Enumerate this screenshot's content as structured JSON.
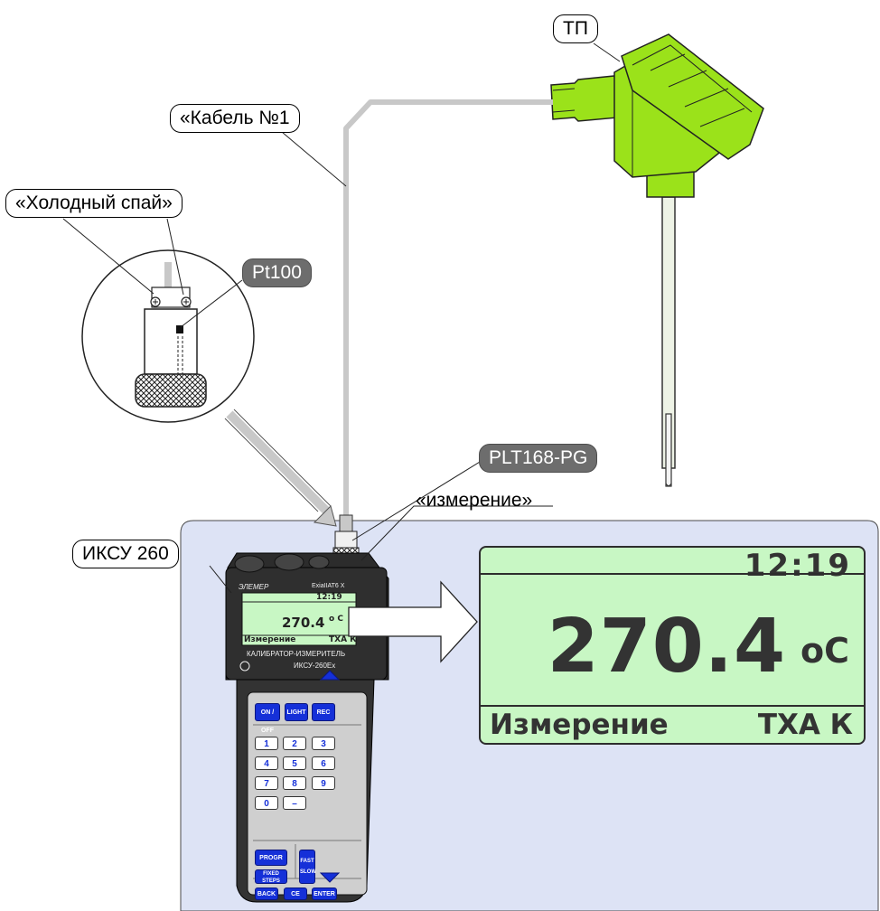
{
  "callouts": {
    "tp": "ТП",
    "cable": "«Кабель №1",
    "cold_junction": "«Холодный спай»",
    "pt100": "Pt100",
    "plt": "PLT168-PG",
    "measurement_port": "«измерение»",
    "device_model": "ИКСУ 260"
  },
  "display": {
    "time": "12:19",
    "value": "270.4",
    "unit": "oC",
    "mode": "Измерение",
    "thermocouple_type": "ТХА К"
  },
  "device": {
    "brand": "ЭЛЕМЕР",
    "ex_marking": "ExiaIIAT6 X",
    "title_line1": "КАЛИБРАТОР-ИЗМЕРИТЕЛЬ",
    "title_line2": "ИКСУ-260Ex",
    "small_screen": {
      "time": "12:19",
      "value": "270.4",
      "unit": "o C",
      "mode": "Измерение",
      "type": "ТХА К"
    },
    "keys": {
      "on_off": "ON / OFF",
      "light": "LIGHT",
      "rec": "REC",
      "digits": [
        "1",
        "2",
        "3",
        "4",
        "5",
        "6",
        "7",
        "8",
        "9",
        "0",
        "–"
      ],
      "progr": "PROGR",
      "fixed_steps": "FIXED STEPS",
      "fast_slow": "FAST SLOW",
      "back": "BACK",
      "ce": "CE",
      "enter": "ENTER"
    }
  },
  "colors": {
    "panel_bg": "#dde3f5",
    "lcd_bg": "#c8f7c4",
    "thermocouple_head": "#9be21a",
    "cable": "#c8c8c8",
    "key_blue": "#1530d8"
  }
}
